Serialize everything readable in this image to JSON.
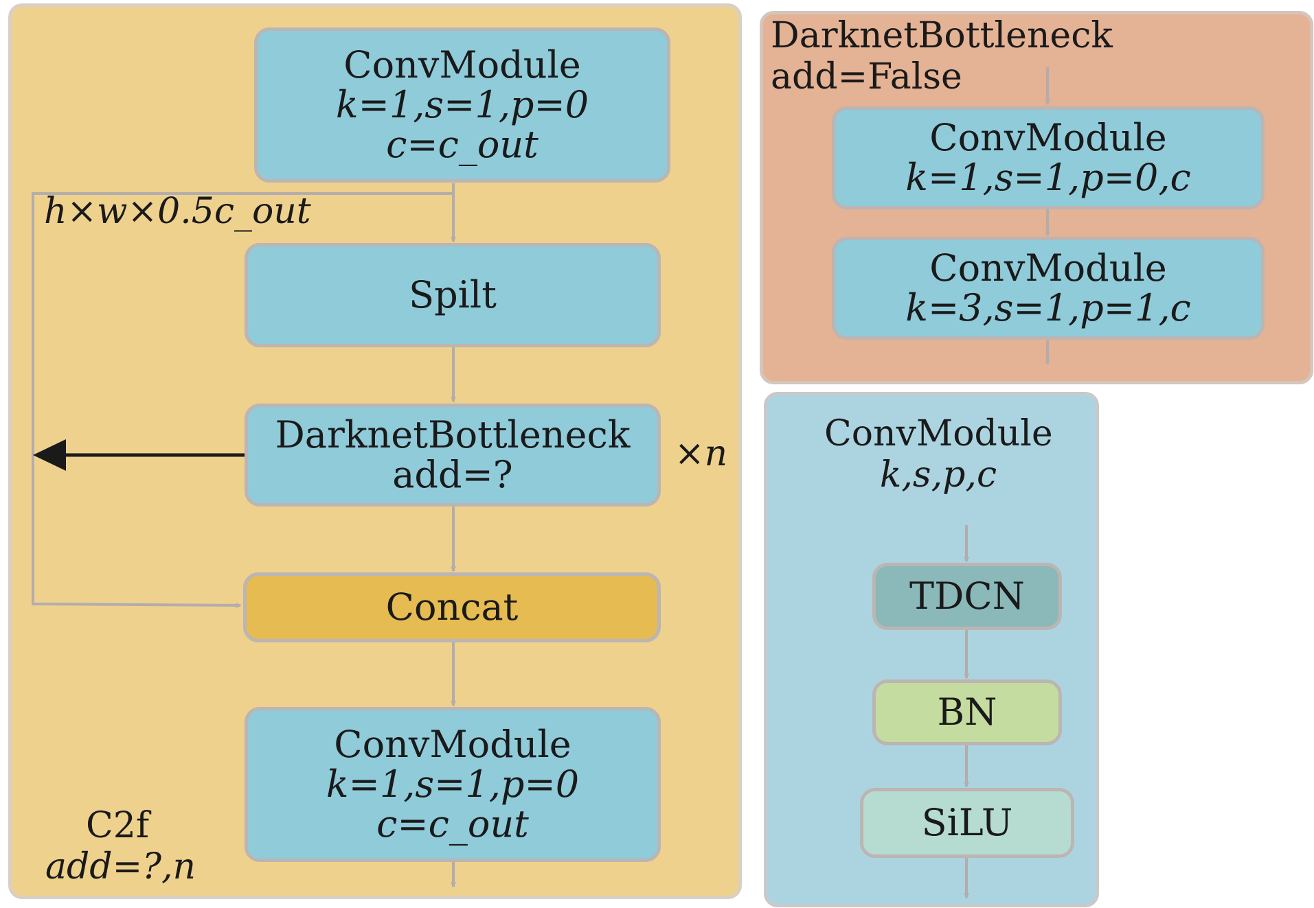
{
  "c2f": {
    "conv_top": {
      "title": "ConvModule",
      "params": "k=1,s=1,p=0",
      "channels": "c=c_out"
    },
    "split_shape": "h×w×0.5c_out",
    "split": "Spilt",
    "bottleneck": {
      "title": "DarknetBottleneck",
      "param": "add=?"
    },
    "repeat": "×n",
    "concat": "Concat",
    "conv_bottom": {
      "title": "ConvModule",
      "params": "k=1,s=1,p=0",
      "channels": "c=c_out"
    },
    "name": "C2f",
    "args": "add=?,n"
  },
  "darknet": {
    "title": "DarknetBottleneck",
    "param": "add=False",
    "conv1": {
      "title": "ConvModule",
      "params": "k=1,s=1,p=0,c"
    },
    "conv2": {
      "title": "ConvModule",
      "params": "k=3,s=1,p=1,c"
    }
  },
  "convmodule": {
    "title": "ConvModule",
    "params": "k,s,p,c",
    "steps": [
      "TDCN",
      "BN",
      "SiLU"
    ]
  },
  "colors": {
    "c2f_panel": "#efd18e",
    "darknet_panel": "#e4b294",
    "convmodule_panel": "#acd4e0",
    "module_box": "#90cbda",
    "concat_box": "#e5bb52",
    "tdcn_box": "#8bb8b9",
    "bn_box": "#c4dc9f",
    "silu_box": "#b6dcd2",
    "connector": "#b3adac"
  }
}
